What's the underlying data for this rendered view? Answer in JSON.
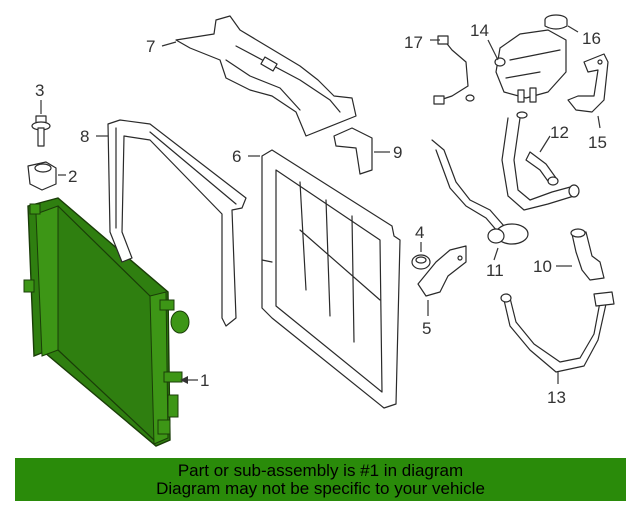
{
  "callouts": {
    "c1": "1",
    "c2": "2",
    "c3": "3",
    "c4": "4",
    "c5": "5",
    "c6": "6",
    "c7": "7",
    "c8": "8",
    "c9": "9",
    "c10": "10",
    "c11": "11",
    "c12": "12",
    "c13": "13",
    "c14": "14",
    "c15": "15",
    "c16": "16",
    "c17": "17"
  },
  "banner": {
    "line1": "Part or sub-assembly is #1 in diagram",
    "line2": "Diagram may not be specific to your vehicle"
  },
  "colors": {
    "highlight": "#2a8b0a",
    "radiator_fill": "#2f7f10"
  }
}
